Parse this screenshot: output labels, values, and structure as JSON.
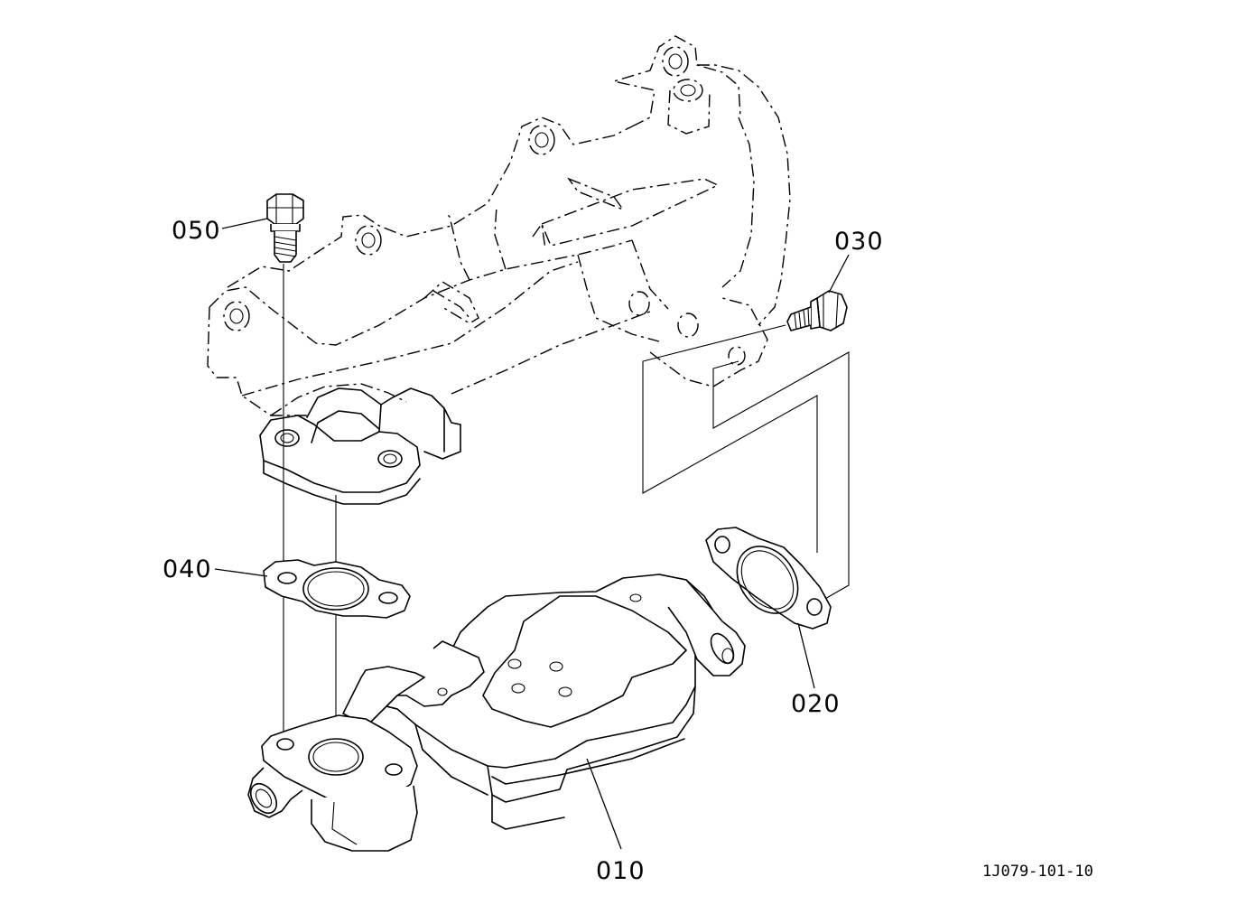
{
  "diagram": {
    "part_labels": [
      {
        "id": "010",
        "text": "010"
      },
      {
        "id": "020",
        "text": "020"
      },
      {
        "id": "030",
        "text": "030"
      },
      {
        "id": "040",
        "text": "040"
      },
      {
        "id": "050",
        "text": "050"
      }
    ],
    "reference_code": "1J079-101-10"
  }
}
